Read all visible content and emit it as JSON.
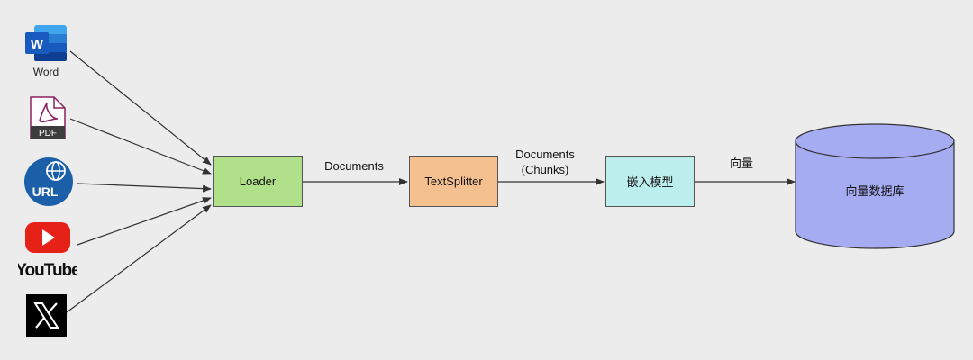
{
  "sources": [
    {
      "name": "word",
      "label": "Word"
    },
    {
      "name": "pdf",
      "label": "PDF"
    },
    {
      "name": "url",
      "label": "URL"
    },
    {
      "name": "youtube",
      "label": "YouTube"
    },
    {
      "name": "x",
      "label": ""
    }
  ],
  "nodes": {
    "loader": "Loader",
    "splitter": "TextSplitter",
    "embed": "嵌入模型",
    "vector_db": "向量数据库"
  },
  "edges": {
    "loader_to_splitter": "Documents",
    "splitter_to_embed_line1": "Documents",
    "splitter_to_embed_line2": "(Chunks)",
    "embed_to_db": "向量"
  },
  "colors": {
    "background": "#ececec",
    "loader": "#b0e08a",
    "splitter": "#f5c08f",
    "embed": "#bdeeee",
    "vector_db": "#a5acf2",
    "word_blue": "#185abd",
    "pdf_red": "#a0184a",
    "url_blue": "#1a5fa8",
    "youtube_red": "#e62117"
  }
}
